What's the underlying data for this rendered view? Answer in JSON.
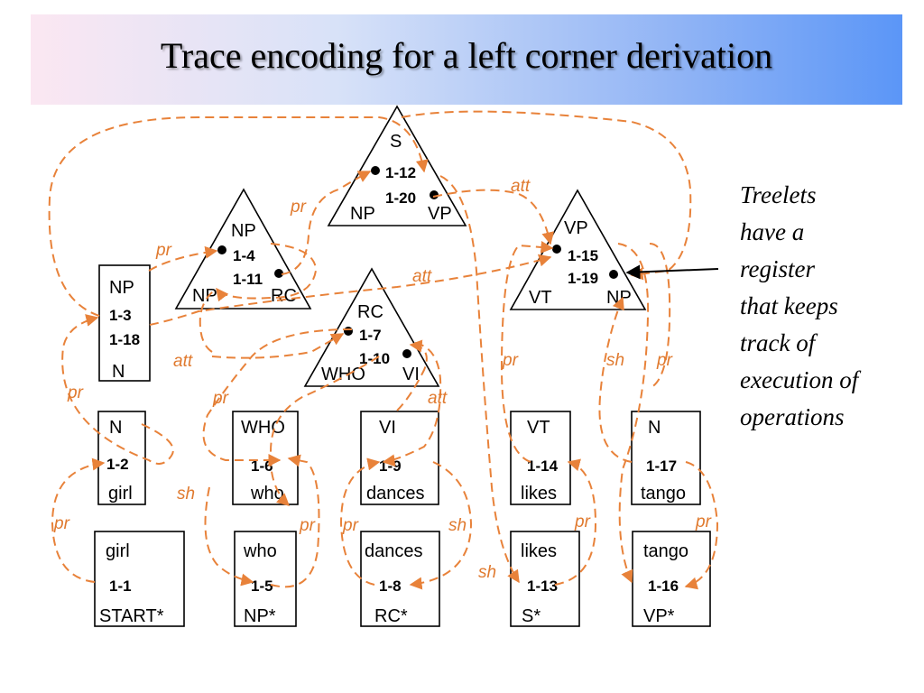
{
  "slide": {
    "title": "Trace encoding for a left corner derivation"
  },
  "colors": {
    "arc": "#e8823a",
    "label": "#e07a2f"
  },
  "annotation": {
    "lines": [
      "Treelets",
      "have a",
      "register",
      "that keeps",
      "track of",
      "execution of",
      "operations"
    ]
  },
  "treelets": {
    "s": {
      "root": "S",
      "reg1": "1-12",
      "reg2": "1-20",
      "left": "NP",
      "right": "VP"
    },
    "np": {
      "root": "NP",
      "reg1": "1-4",
      "reg2": "1-11",
      "left": "NP",
      "right": "RC"
    },
    "rc": {
      "root": "RC",
      "reg1": "1-7",
      "reg2": "1-10",
      "left": "WHO",
      "right": "VI"
    },
    "vp": {
      "root": "VP",
      "reg1": "1-15",
      "reg2": "1-19",
      "left": "VT",
      "right": "NP"
    }
  },
  "np_box": {
    "top": "NP",
    "reg1": "1-3",
    "reg2": "1-18",
    "bottom": "N"
  },
  "pos_boxes": [
    {
      "cat": "N",
      "reg": "1-2",
      "word": "girl"
    },
    {
      "cat": "WHO",
      "reg": "1-6",
      "word": "who"
    },
    {
      "cat": "VI",
      "reg": "1-9",
      "word": "dances"
    },
    {
      "cat": "VT",
      "reg": "1-14",
      "word": "likes"
    },
    {
      "cat": "N",
      "reg": "1-17",
      "word": "tango"
    }
  ],
  "word_boxes": [
    {
      "word": "girl",
      "reg": "1-1",
      "goal": "START*"
    },
    {
      "word": "who",
      "reg": "1-5",
      "goal": "NP*"
    },
    {
      "word": "dances",
      "reg": "1-8",
      "goal": "RC*"
    },
    {
      "word": "likes",
      "reg": "1-13",
      "goal": "S*"
    },
    {
      "word": "tango",
      "reg": "1-16",
      "goal": "VP*"
    }
  ],
  "arc_labels": {
    "pr_np": "pr",
    "pr_s": "pr",
    "att_s": "att",
    "att_np": "att",
    "att_rc_left": "att",
    "pr_rc": "pr",
    "pr_vt": "pr",
    "sh_vp": "sh",
    "pr_vp": "pr",
    "pr_box": "pr",
    "att_vi": "att",
    "sh_who": "sh",
    "pr_word1": "pr",
    "pr_who": "pr",
    "pr_dances": "pr",
    "sh_dances": "sh",
    "sh_likes": "sh",
    "pr_likes": "pr",
    "pr_tango": "pr"
  }
}
